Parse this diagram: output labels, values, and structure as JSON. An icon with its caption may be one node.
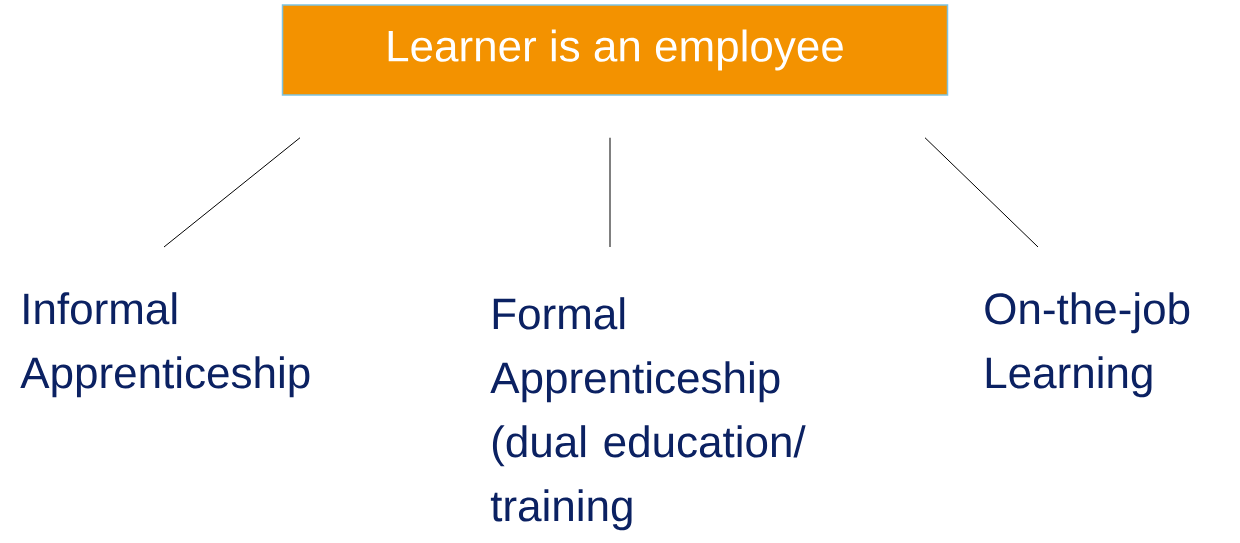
{
  "diagram": {
    "nodes": [
      {
        "text": [
          "Learner is an employee"
        ]
      },
      {
        "text": [
          "Informal Apprenticeship"
        ]
      },
      {
        "text": [
          "Formal Apprenticeship (dual education/ training"
        ]
      },
      {
        "text": [
          "On-the-job Learning"
        ]
      }
    ],
    "edges": [
      {
        "from": 0,
        "to": 1,
        "arrow": "none"
      },
      {
        "from": 0,
        "to": 2,
        "arrow": "none"
      },
      {
        "from": 0,
        "to": 3,
        "arrow": "none"
      }
    ]
  }
}
